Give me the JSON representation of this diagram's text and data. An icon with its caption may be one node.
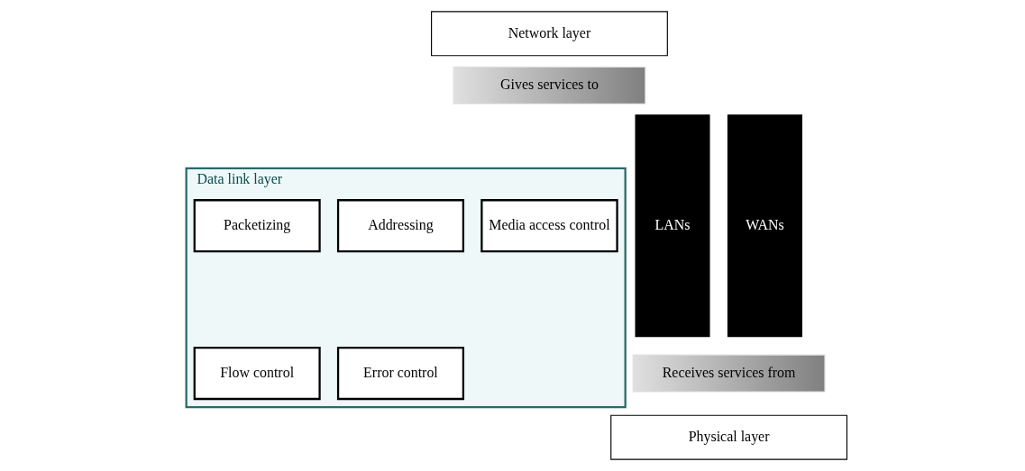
{
  "diagram": {
    "nodes": [
      {
        "text": [
          "Network layer"
        ]
      },
      {
        "text": [
          "Gives services to"
        ]
      },
      {
        "text": [
          "LANs"
        ]
      },
      {
        "text": [
          "Data link layer"
        ]
      },
      {
        "text": [
          "Packetizing"
        ],
        "in": 3
      },
      {
        "text": [
          "Addressing"
        ],
        "in": 3
      },
      {
        "text": [
          "Media access control"
        ],
        "in": 3
      },
      {
        "text": [
          "Flow control"
        ],
        "in": 3
      },
      {
        "text": [
          "Error control"
        ],
        "in": 3
      },
      {
        "text": [
          "WANs"
        ]
      },
      {
        "text": [
          "Receives services from"
        ]
      },
      {
        "text": [
          "Physical layer"
        ]
      }
    ]
  }
}
